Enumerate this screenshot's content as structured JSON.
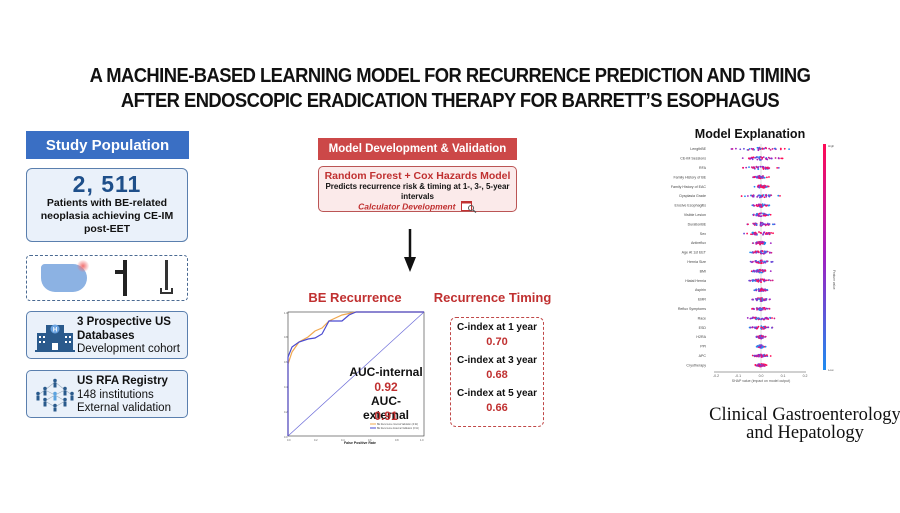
{
  "title": {
    "line1": "A MACHINE-BASED LEARNING MODEL FOR RECURRENCE PREDICTION AND TIMING",
    "line2": "AFTER ENDOSCOPIC ERADICATION THERAPY FOR BARRETT’S ESOPHAGUS"
  },
  "study_population": {
    "header": "Study Population",
    "count": "2, 511",
    "description_line1": "Patients with BE-related",
    "description_line2": "neoplasia achieving CE-IM",
    "description_line3": "post-EET",
    "icons": [
      "stomach-icon",
      "endoscope-icon",
      "ablation-catheter-icon"
    ],
    "databases": {
      "icon": "hospital-icon",
      "line1": "3 Prospective US",
      "line2": "Databases",
      "line3": "Development cohort"
    },
    "registry": {
      "icon": "people-network-icon",
      "line1": "US RFA Registry",
      "line2": "148 institutions",
      "line3": "External validation"
    }
  },
  "model_development": {
    "header": "Model Development & Validation",
    "model_name": "Random Forest + Cox Hazards Model",
    "description_line1": "Predicts recurrence risk & timing at 1-, 3-, 5-year",
    "description_line2": "intervals",
    "calculator": "Calculator Development",
    "calculator_icon": "calculator-search-icon",
    "arrow_icon": "down-arrow-icon"
  },
  "be_recurrence": {
    "title": "BE Recurrence",
    "auc_internal_label": "AUC-internal",
    "auc_internal_value": "0.92",
    "auc_external_label": "AUC-external",
    "auc_external_value": "0.91",
    "xlabel": "False Positive Rate",
    "ylabel": "True Positive Rate",
    "legend": [
      {
        "label": "BE Recurrence Internal Validation (0.92)",
        "color": "#f0a850"
      },
      {
        "label": "BE Recurrence External Validation (0.91)",
        "color": "#4a4ad0"
      }
    ]
  },
  "recurrence_timing": {
    "title": "Recurrence Timing",
    "items": [
      {
        "label": "C-index at 1 year",
        "value": "0.70"
      },
      {
        "label": "C-index at 3 year",
        "value": "0.68"
      },
      {
        "label": "C-index at 5 year",
        "value": "0.66"
      }
    ]
  },
  "model_explanation": {
    "title": "Model Explanation",
    "features": [
      "LengthBE",
      "CE-IM Sessions",
      "RFA",
      "Family History of BE",
      "Family History of EAC",
      "Dysplasia Grade",
      "Erosive Esophagitis",
      "Visible Lesion",
      "DurationBE",
      "Sex",
      "Antireflux",
      "Age At 1st EET",
      "Hernia Size",
      "BMI",
      "Hiatal Hernia",
      "Aspirin",
      "EMR",
      "Reflux Symptoms",
      "Race",
      "ESD",
      "H2RA",
      "PPI",
      "APC",
      "Cryotherapy"
    ],
    "xlabel": "SHAP value (impact on model output)",
    "xticks": [
      "-0.2",
      "-0.1",
      "0.0",
      "0.1",
      "0.2"
    ],
    "colorbar_high": "High",
    "colorbar_low": "Low",
    "colorbar_label": "Feature value"
  },
  "journal": {
    "line1": "Clinical Gastroenterology",
    "line2": "and Hepatology"
  },
  "colors": {
    "blue_accent": "#3a6fc4",
    "red_accent": "#cc4848",
    "red_text": "#c03030"
  },
  "chart_data": [
    {
      "type": "line",
      "title": "BE Recurrence",
      "xlabel": "False Positive Rate",
      "ylabel": "True Positive Rate",
      "xlim": [
        0,
        1
      ],
      "ylim": [
        0,
        1
      ],
      "series": [
        {
          "name": "BE Recurrence Internal Validation (0.92)",
          "x": [
            0,
            0,
            0.03,
            0.08,
            0.15,
            0.2,
            0.25,
            0.3,
            0.4,
            0.5,
            1.0
          ],
          "y": [
            0,
            0.58,
            0.68,
            0.76,
            0.8,
            0.85,
            0.87,
            0.93,
            0.98,
            1.0,
            1.0
          ]
        },
        {
          "name": "BE Recurrence External Validation (0.91)",
          "x": [
            0,
            0,
            0.03,
            0.08,
            0.15,
            0.2,
            0.25,
            0.3,
            0.4,
            0.45,
            0.5,
            1.0
          ],
          "y": [
            0,
            0.64,
            0.72,
            0.76,
            0.78,
            0.79,
            0.82,
            0.93,
            0.93,
            0.98,
            1.0,
            1.0
          ]
        },
        {
          "name": "Chance",
          "x": [
            0,
            1
          ],
          "y": [
            0,
            1
          ]
        }
      ],
      "annotations": [
        "AUC-internal 0.92",
        "AUC-external 0.91"
      ]
    },
    {
      "type": "scatter",
      "title": "Model Explanation",
      "xlabel": "SHAP value (impact on model output)",
      "xlim": [
        -0.2,
        0.2
      ],
      "categories": [
        "LengthBE",
        "CE-IM Sessions",
        "RFA",
        "Family History of BE",
        "Family History of EAC",
        "Dysplasia Grade",
        "Erosive Esophagitis",
        "Visible Lesion",
        "DurationBE",
        "Sex",
        "Antireflux",
        "Age At 1st EET",
        "Hernia Size",
        "BMI",
        "Hiatal Hernia",
        "Aspirin",
        "EMR",
        "Reflux Symptoms",
        "Race",
        "ESD",
        "H2RA",
        "PPI",
        "APC",
        "Cryotherapy"
      ],
      "colorbar": {
        "label": "Feature value",
        "low": "Low",
        "high": "High"
      }
    }
  ]
}
